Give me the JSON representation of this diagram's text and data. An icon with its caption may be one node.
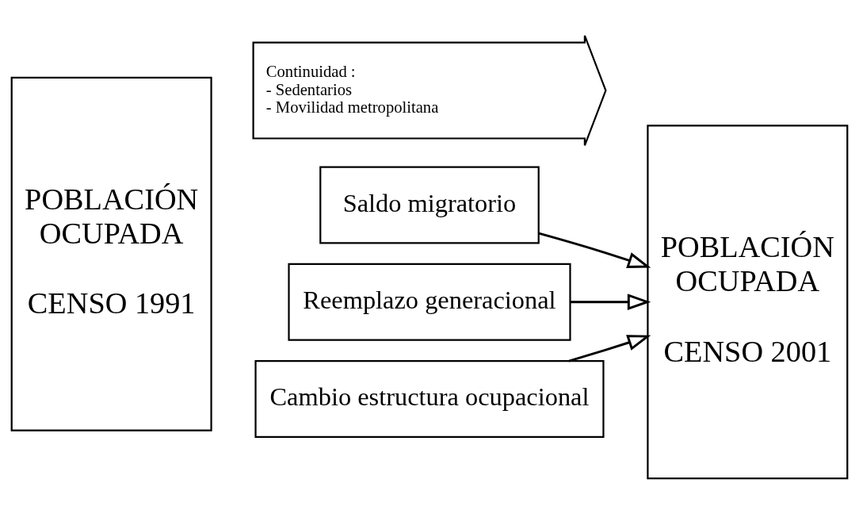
{
  "diagram": {
    "nodes": [
      {
        "text": [
          "POBLACIÓN OCUPADA",
          "CENSO 1991"
        ]
      },
      {
        "text": [
          "Continuidad :",
          "- Sedentarios",
          "- Movilidad metropolitana"
        ]
      },
      {
        "text": [
          "Saldo migratorio"
        ]
      },
      {
        "text": [
          "Reemplazo generacional"
        ]
      },
      {
        "text": [
          "Cambio estructura ocupacional"
        ]
      },
      {
        "text": [
          "POBLACIÓN OCUPADA",
          "CENSO 2001"
        ]
      }
    ],
    "edges": [
      {
        "from": 2,
        "to": 5,
        "arrow": "to"
      },
      {
        "from": 3,
        "to": 5,
        "arrow": "to"
      },
      {
        "from": 4,
        "to": 5,
        "arrow": "to"
      }
    ]
  }
}
